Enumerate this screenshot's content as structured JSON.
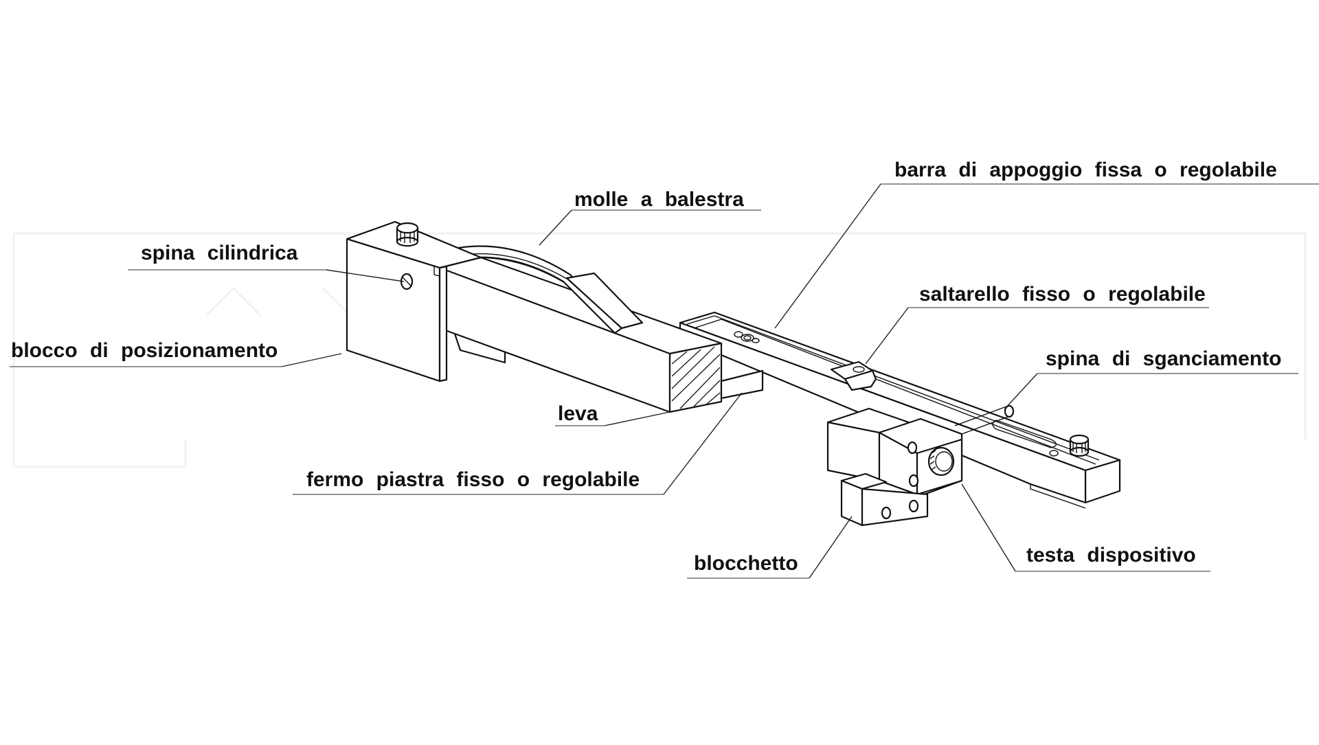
{
  "diagram": {
    "labels": {
      "spina_cilindrica": "spina cilindrica",
      "molle_a_balestra": "molle a balestra",
      "barra_di_appoggio": "barra di appoggio fissa o regolabile",
      "saltarello": "saltarello fisso o regolabile",
      "spina_di_sganciamento": "spina di sganciamento",
      "blocco_di_posizionamento": "blocco di posizionamento",
      "leva": "leva",
      "fermo_piastra": "fermo piastra fisso o regolabile",
      "blocchetto": "blocchetto",
      "testa_dispositivo": "testa dispositivo"
    },
    "colors": {
      "line": "#111111",
      "background": "#ffffff"
    }
  }
}
